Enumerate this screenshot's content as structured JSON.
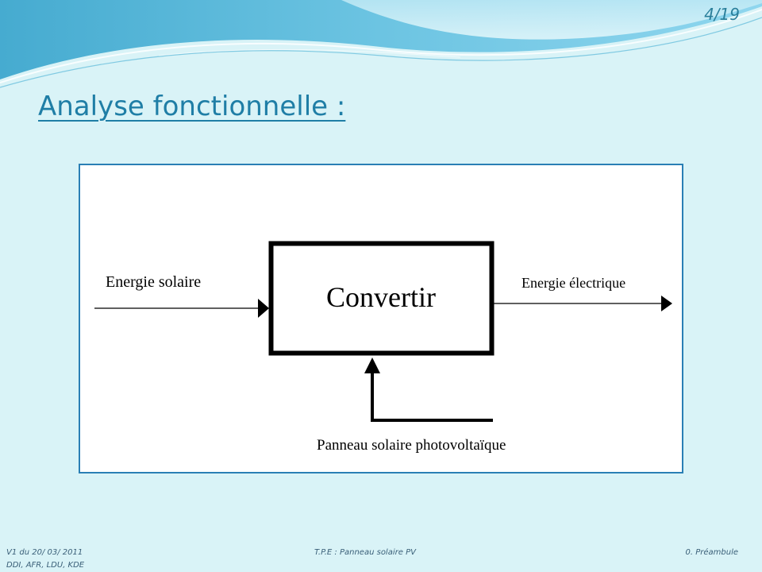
{
  "header": {
    "page_counter": "4/19"
  },
  "title": "Analyse fonctionnelle :",
  "diagram": {
    "input_label": "Energie solaire",
    "process_label": "Convertir",
    "output_label": "Energie électrique",
    "source_label": "Panneau solaire photovoltaïque"
  },
  "footer": {
    "version": "V1 du  20/ 03/ 2011",
    "authors": "DDI, AFR, LDU, KDE",
    "project": "T.P.E : Panneau solaire PV",
    "section": "0. Préambule"
  },
  "colors": {
    "background": "#d9f3f7",
    "title": "#1f7ea6",
    "frame_border": "#2a7fb5",
    "wave_dark": "#4fb3d4",
    "wave_light": "#9fdcee"
  }
}
